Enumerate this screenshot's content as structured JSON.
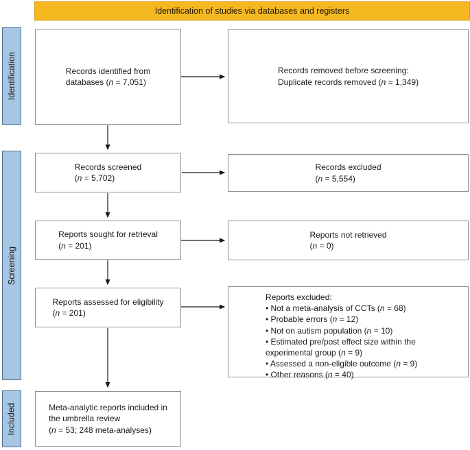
{
  "banner": {
    "label": "Identification of studies via databases and registers"
  },
  "sidebar": {
    "stages": [
      {
        "label": "Identification"
      },
      {
        "label": "Screening"
      },
      {
        "label": "Included"
      }
    ]
  },
  "flow": {
    "left": [
      {
        "text": "Records identified from\ndatabases (n = 7,051)"
      },
      {
        "text": "Records screened\n(n = 5,702)"
      },
      {
        "text": "Reports sought for retrieval\n(n = 201)"
      },
      {
        "text": "Reports assessed for eligibility\n(n = 201)"
      },
      {
        "text": "Meta-analytic reports included in\nthe umbrella review\n(n = 53; 248 meta-analyses)"
      }
    ],
    "right": [
      {
        "text": "Records removed before screening:\nDuplicate records removed (n = 1,349)"
      },
      {
        "text": "Records excluded\n(n = 5,554)"
      },
      {
        "text": "Reports not retrieved\n(n = 0)"
      },
      {
        "title": "Reports excluded:",
        "items": [
          "• Not a meta-analysis of CCTs (n = 68)",
          "• Probable errors (n = 12)",
          "• Not on autism population (n = 10)",
          "• Estimated pre/post effect size within the experimental group (n = 9)",
          "• Assessed a non-eligible outcome (n = 9)",
          "• Other reasons (n = 40)"
        ]
      }
    ]
  },
  "colors": {
    "banner_bg": "#f6b821",
    "banner_border": "#d89e18",
    "stage_bg": "#a7c6e3",
    "stage_border": "#51708f",
    "box_border": "#8f8f8f",
    "text": "#1a1a1a"
  }
}
